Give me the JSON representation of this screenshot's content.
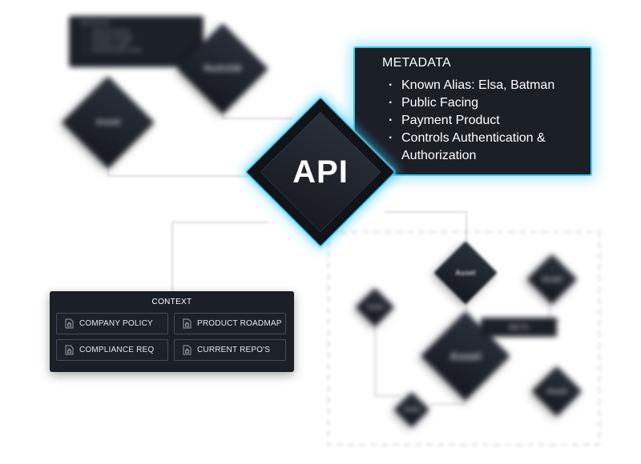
{
  "main_node": {
    "label": "API"
  },
  "metadata_panel": {
    "title": "METADATA",
    "items": [
      "Known Alias: Elsa, Batman",
      "Public Facing",
      "Payment Product",
      "Controls Authentication &",
      "Authorization"
    ]
  },
  "context_panel": {
    "title": "CONTEXT",
    "items": [
      "COMPANY POLICY",
      "PRODUCT ROADMAP",
      "COMPLIANCE REQ",
      "CURRENT REPO'S"
    ]
  },
  "background": {
    "metadata_card": {
      "title": "METADATA",
      "items": [
        "Internet Facing",
        "Network Storage",
        "Contains Legal",
        "Authentication State"
      ]
    },
    "redis_node": {
      "label": "RedisDB"
    },
    "asset_node_left": {
      "label": "Asset"
    },
    "cluster": {
      "asset_top": {
        "label": "Asset"
      },
      "asset_center": {
        "label": "Asset"
      },
      "asset_right_top": {
        "label": "Asset"
      },
      "asset_right_bottom": {
        "label": "Asset"
      },
      "asset_left": {
        "label": "Asset"
      },
      "asset_bottom": {
        "label": "Asset"
      },
      "meta_tag": "META"
    }
  },
  "colors": {
    "accent_glow": "#3fc6f0",
    "node_fill": "#1b1f26",
    "connector": "#c8c8c8",
    "dashed_border": "#cfcfcf"
  }
}
